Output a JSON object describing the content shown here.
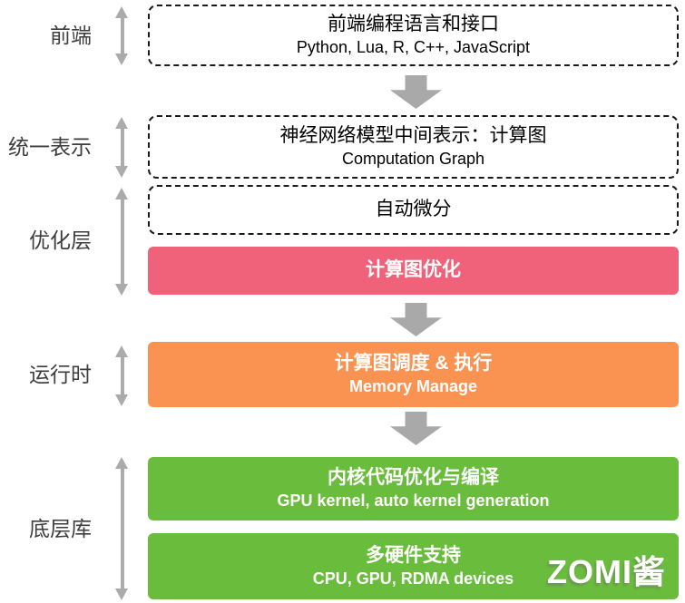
{
  "diagram": {
    "title_semantic": "AI framework architecture layers",
    "left_labels": [
      {
        "label": "前端"
      },
      {
        "label": "统一表示"
      },
      {
        "label": "优化层"
      },
      {
        "label": "运行时"
      },
      {
        "label": "底层库"
      }
    ],
    "boxes": {
      "frontend": {
        "title": "前端编程语言和接口",
        "subtitle": "Python, Lua, R, C++, JavaScript"
      },
      "ir": {
        "title": "神经网络模型中间表示：计算图",
        "subtitle": "Computation Graph"
      },
      "autodiff": {
        "title": "自动微分"
      },
      "graph_opt": {
        "title": "计算图优化"
      },
      "runtime": {
        "title": "计算图调度 & 执行",
        "subtitle": "Memory Manage"
      },
      "kernel": {
        "title": "内核代码优化与编译",
        "subtitle": "GPU kernel, auto kernel generation"
      },
      "hardware": {
        "title": "多硬件支持",
        "subtitle": "CPU, GPU, RDMA devices"
      }
    },
    "watermark": "ZOMI酱",
    "colors": {
      "graph_opt_pink": "#f0627a",
      "runtime_orange": "#fa9351",
      "lowlevel_green": "#6abd3c",
      "arrow_gray": "#a9a9a9",
      "label_text": "#3d3d3d",
      "dashed_border": "#1a1a1a"
    }
  }
}
